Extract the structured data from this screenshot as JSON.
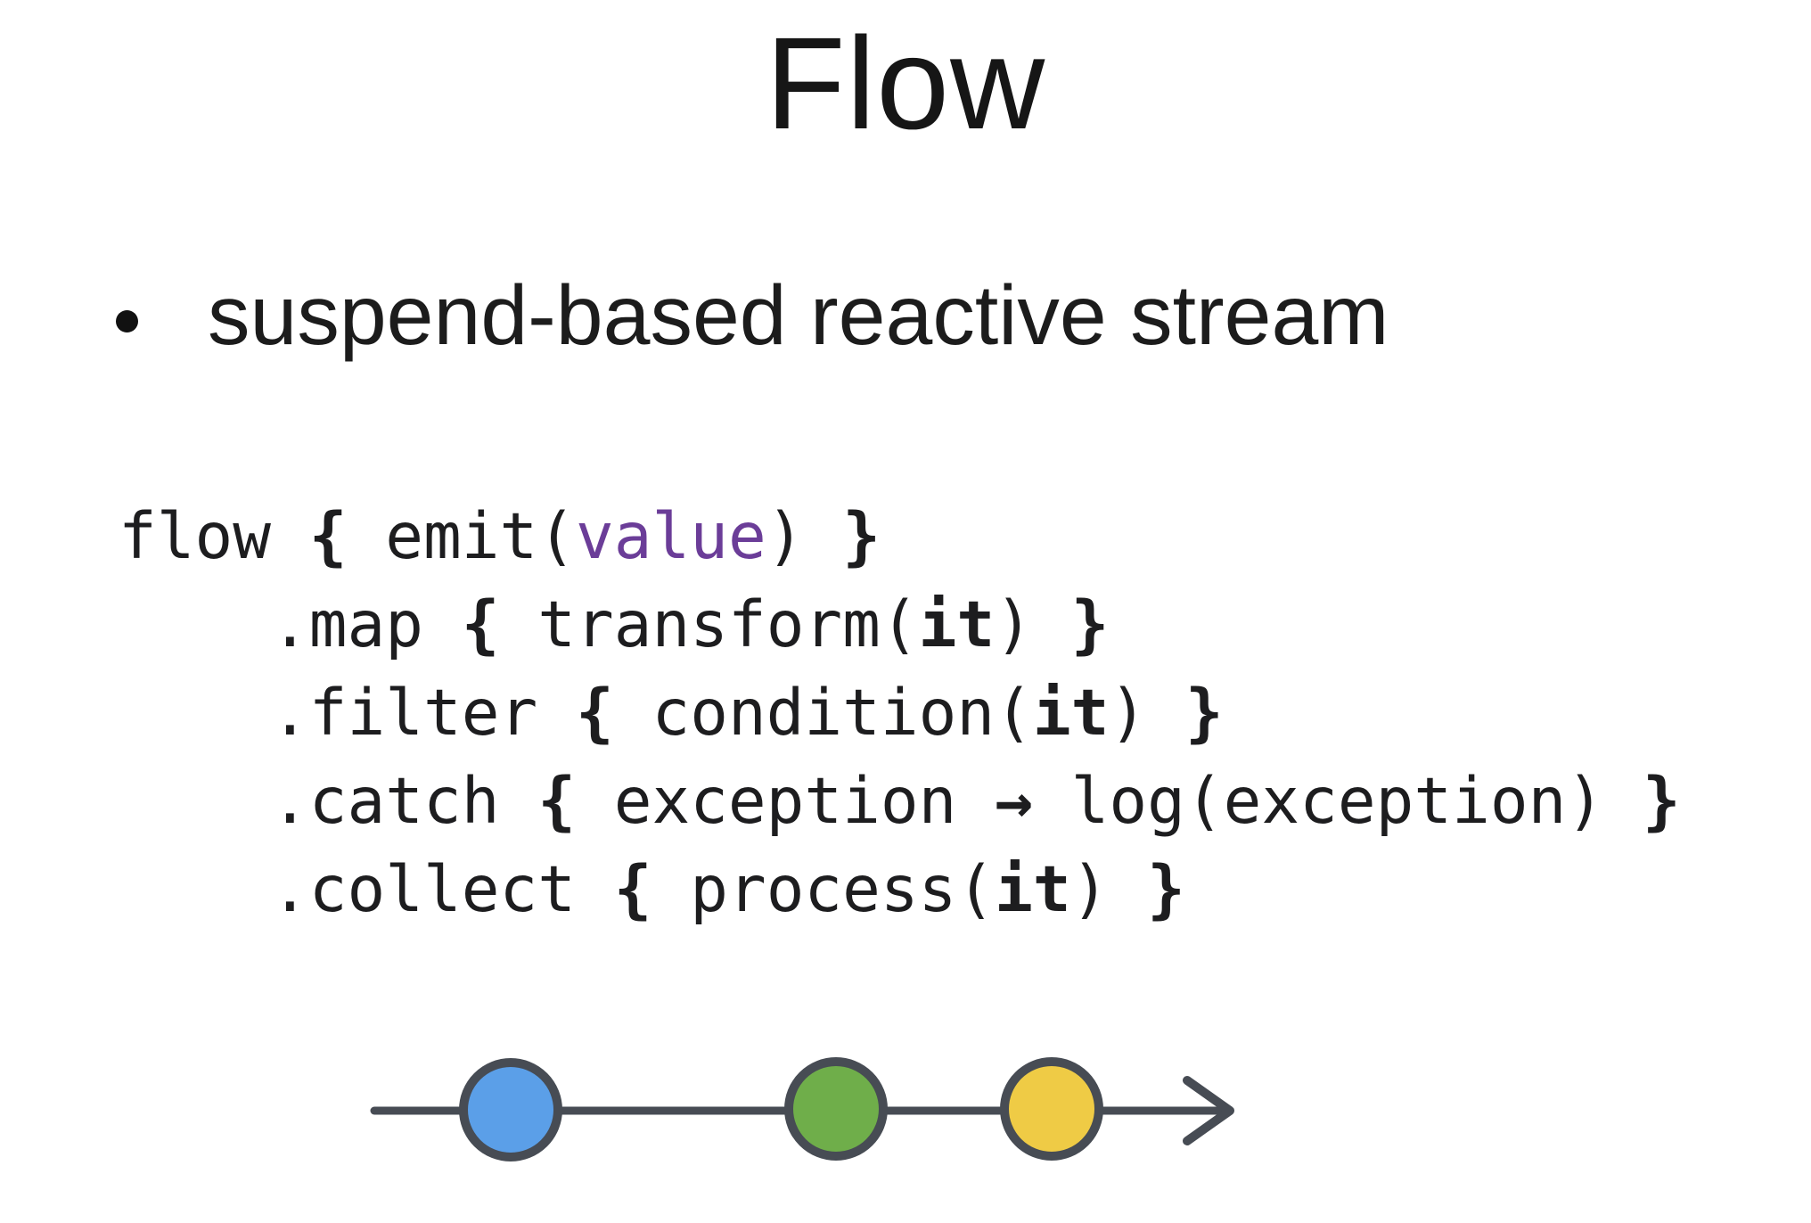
{
  "slide": {
    "title": "Flow",
    "background_color": "#ffffff",
    "text_color": "#1c1c1c"
  },
  "bullet": {
    "text": "suspend-based reactive stream"
  },
  "code": {
    "colors": {
      "default": "#1d1d1f",
      "purple": "#6b3d98"
    },
    "lines": [
      {
        "segments": [
          {
            "text": "flow ",
            "style": "plain"
          },
          {
            "text": "{",
            "style": "bold"
          },
          {
            "text": " emit(",
            "style": "plain"
          },
          {
            "text": "value",
            "style": "purple"
          },
          {
            "text": ") ",
            "style": "plain"
          },
          {
            "text": "}",
            "style": "bold"
          }
        ]
      },
      {
        "segments": [
          {
            "text": "    .map ",
            "style": "plain"
          },
          {
            "text": "{",
            "style": "bold"
          },
          {
            "text": " transform(",
            "style": "plain"
          },
          {
            "text": "it",
            "style": "bold"
          },
          {
            "text": ") ",
            "style": "plain"
          },
          {
            "text": "}",
            "style": "bold"
          }
        ]
      },
      {
        "segments": [
          {
            "text": "    .filter ",
            "style": "plain"
          },
          {
            "text": "{",
            "style": "bold"
          },
          {
            "text": " condition(",
            "style": "plain"
          },
          {
            "text": "it",
            "style": "bold"
          },
          {
            "text": ") ",
            "style": "plain"
          },
          {
            "text": "}",
            "style": "bold"
          }
        ]
      },
      {
        "segments": [
          {
            "text": "    .catch ",
            "style": "plain"
          },
          {
            "text": "{",
            "style": "bold"
          },
          {
            "text": " exception ",
            "style": "plain"
          },
          {
            "text": "→",
            "style": "bold"
          },
          {
            "text": " log(exception) ",
            "style": "plain"
          },
          {
            "text": "}",
            "style": "bold"
          }
        ]
      },
      {
        "segments": [
          {
            "text": "    .collect ",
            "style": "plain"
          },
          {
            "text": "{",
            "style": "bold"
          },
          {
            "text": " process(",
            "style": "plain"
          },
          {
            "text": "it",
            "style": "bold"
          },
          {
            "text": ") ",
            "style": "plain"
          },
          {
            "text": "}",
            "style": "bold"
          }
        ]
      }
    ]
  },
  "marble_diagram": {
    "stroke_color": "#474c54",
    "marbles": [
      {
        "name": "marble-blue",
        "color": "#5b9fe8"
      },
      {
        "name": "marble-green",
        "color": "#6fae4a"
      },
      {
        "name": "marble-yellow",
        "color": "#efcb45"
      }
    ]
  }
}
